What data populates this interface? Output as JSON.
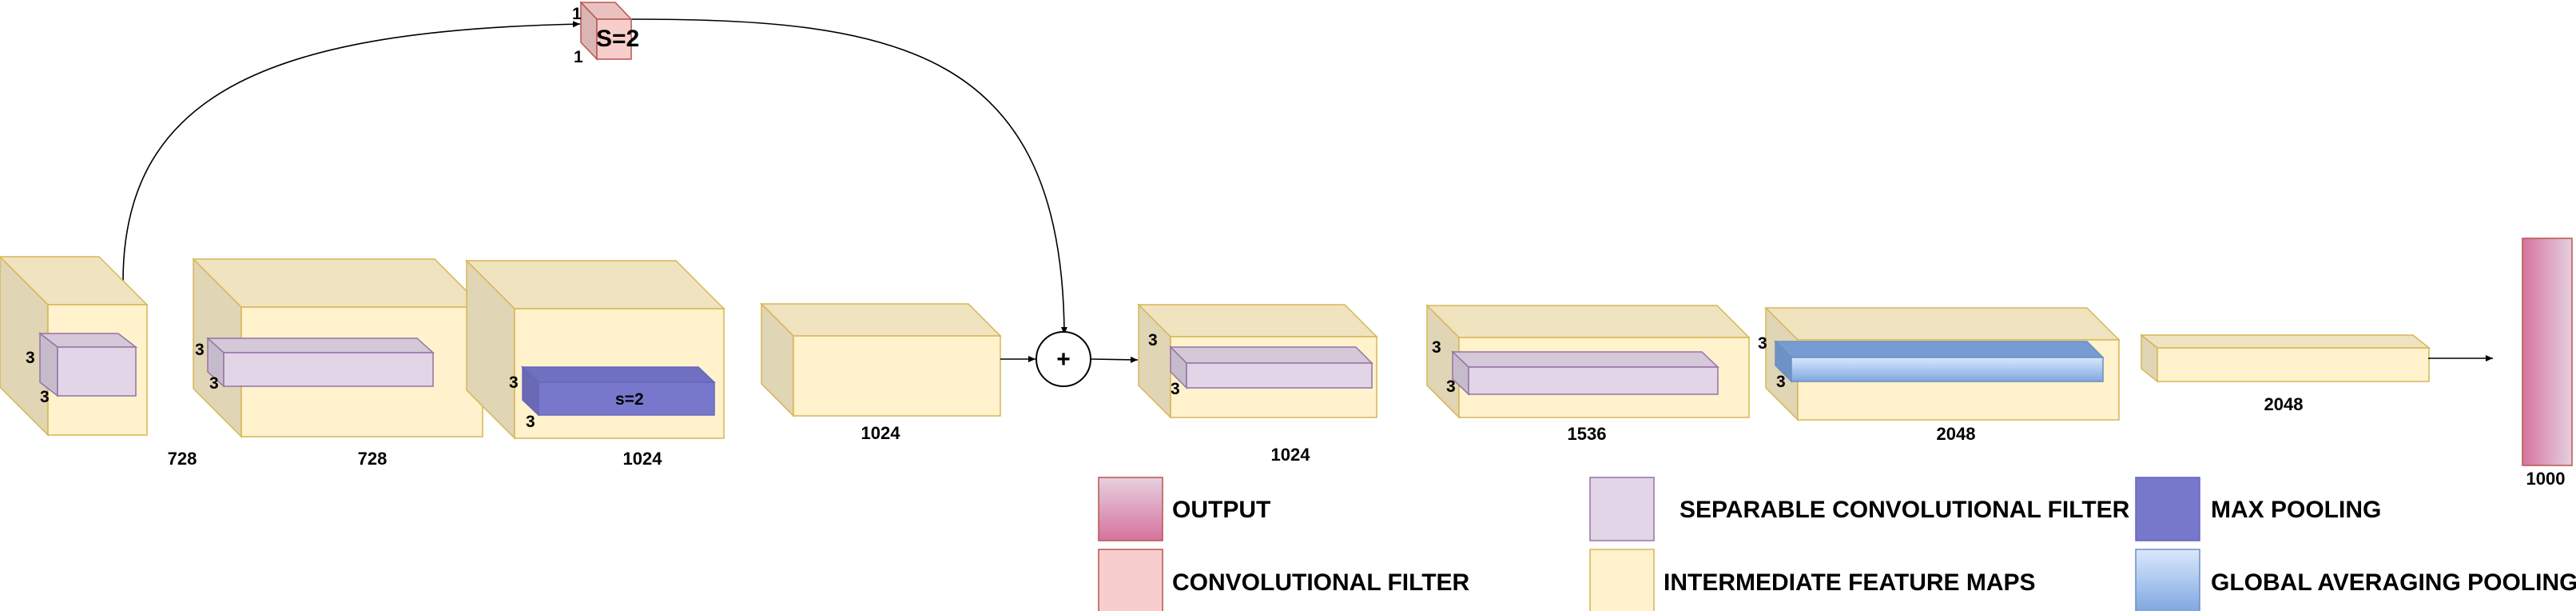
{
  "colors": {
    "feature_map": "#fff2cc",
    "feature_map_stroke": "#d6b656",
    "separable_filter": "#e1d5e7",
    "separable_filter_stroke": "#9673a6",
    "conv_filter": "#f8cecc",
    "conv_filter_stroke": "#b85450",
    "max_pooling": "#7777cc",
    "max_pooling_stroke": "#6666bb",
    "output_top": "#e6d0de",
    "output_bottom": "#d5739d",
    "gap_top": "#dae8fc",
    "gap_bottom": "#7ea6e0"
  },
  "skip_block": {
    "label": "S=2",
    "dim_top": "1",
    "dim_bottom": "1"
  },
  "blocks": [
    {
      "channels": "728",
      "filter": "separable",
      "dim_a": "3",
      "dim_b": "3"
    },
    {
      "channels": "728",
      "filter": "separable",
      "dim_a": "3",
      "dim_b": "3"
    },
    {
      "channels": "1024",
      "filter": "max_pooling",
      "dim_a": "3",
      "dim_b": "3",
      "stride": "s=2"
    },
    {
      "channels": "1024"
    },
    {
      "channels": "1024",
      "filter": "separable",
      "dim_a": "3",
      "dim_b": "3"
    },
    {
      "channels": "1536",
      "filter": "separable",
      "dim_a": "3",
      "dim_b": "3"
    },
    {
      "channels": "2048",
      "filter": "global_average_pooling",
      "dim_a": "3",
      "dim_b": "3"
    },
    {
      "channels": "2048"
    }
  ],
  "add_symbol": "+",
  "output": {
    "units": "1000"
  },
  "legend": [
    {
      "key": "output",
      "label": "OUTPUT"
    },
    {
      "key": "separable",
      "label": "SEPARABLE CONVOLUTIONAL FILTER"
    },
    {
      "key": "max_pooling",
      "label": "MAX POOLING"
    },
    {
      "key": "conv",
      "label": "CONVOLUTIONAL FILTER"
    },
    {
      "key": "feature_maps",
      "label": "INTERMEDIATE FEATURE MAPS"
    },
    {
      "key": "gap",
      "label": "GLOBAL AVERAGING POOLING"
    }
  ]
}
